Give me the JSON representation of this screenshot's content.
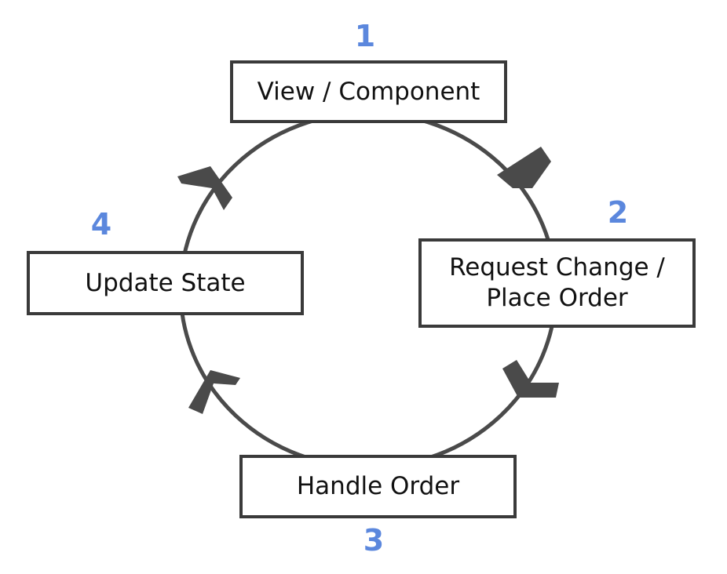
{
  "colors": {
    "step_number": "#5b87dd",
    "stroke": "#4a4a4a",
    "border": "#3a3a3a",
    "text": "#111111"
  },
  "steps": [
    {
      "number": "1",
      "lines": [
        "View / Component"
      ]
    },
    {
      "number": "2",
      "lines": [
        "Request Change /",
        "Place Order"
      ]
    },
    {
      "number": "3",
      "lines": [
        "Handle Order"
      ]
    },
    {
      "number": "4",
      "lines": [
        "Update State"
      ]
    }
  ]
}
